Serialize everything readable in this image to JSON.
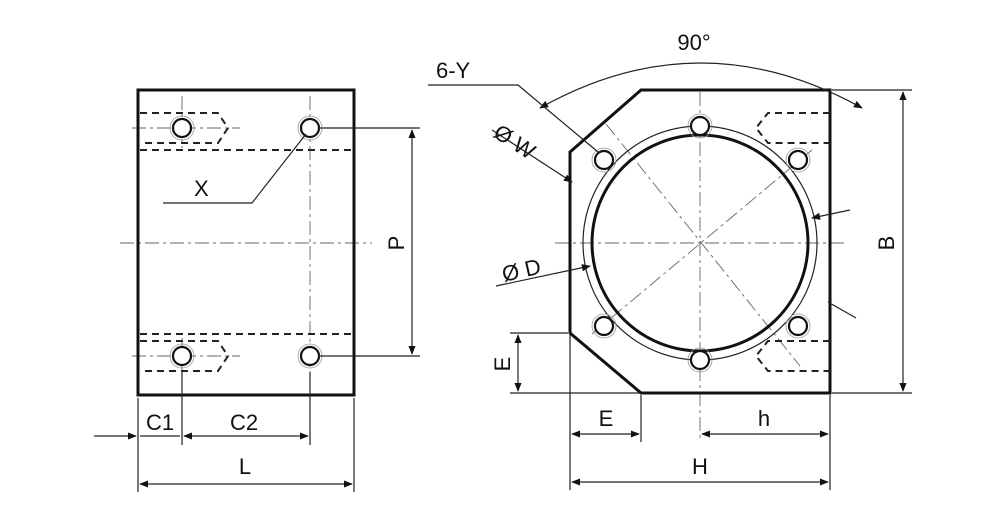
{
  "labels": {
    "x_callout": "X",
    "p_dim": "P",
    "c1_dim": "C1",
    "c2_dim": "C2",
    "l_dim": "L",
    "angle_dim": "90°",
    "y_callout": "6-Y",
    "w_dim": "Ø W",
    "d_dim": "Ø D",
    "b_dim": "B",
    "e_vertical_dim": "E",
    "e_horizontal_dim": "E",
    "h_lower_dim": "h",
    "h_upper_dim": "H"
  },
  "colors": {
    "line": "#111111",
    "background": "#ffffff"
  }
}
